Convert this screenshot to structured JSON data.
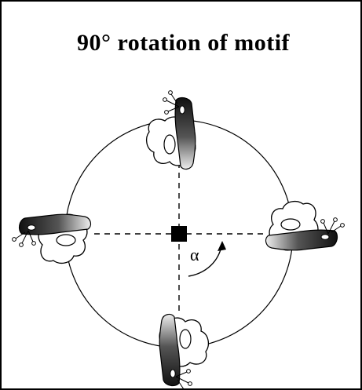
{
  "title": "90° rotation of motif",
  "angle_label": "α",
  "colors": {
    "stroke": "#000000",
    "background": "#ffffff",
    "shade_dark": "#111111",
    "shade_light": "#ffffff"
  },
  "motifs": [
    {
      "name": "motif-top",
      "rotation_deg": 0
    },
    {
      "name": "motif-right",
      "rotation_deg": 90
    },
    {
      "name": "motif-bottom",
      "rotation_deg": 180
    },
    {
      "name": "motif-left",
      "rotation_deg": 270
    }
  ]
}
